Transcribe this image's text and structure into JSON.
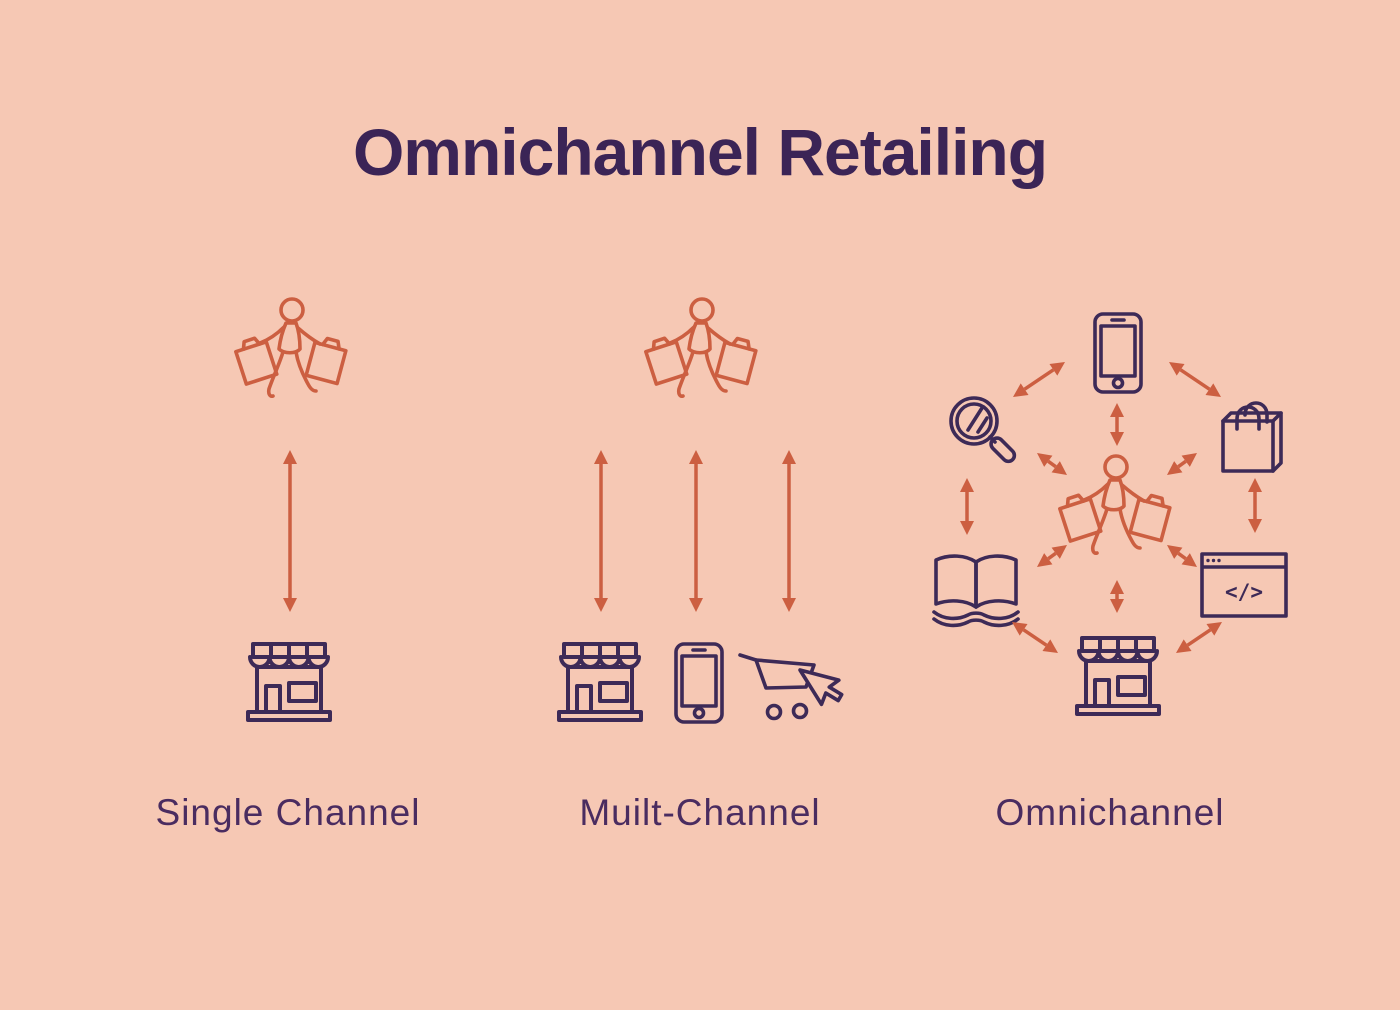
{
  "title": "Omnichannel Retailing",
  "sections": {
    "single": {
      "label": "Single Channel",
      "items": [
        "shopper",
        "store"
      ],
      "connections": [
        [
          "shopper",
          "store"
        ]
      ]
    },
    "multi": {
      "label": "Muilt-Channel",
      "items": [
        "shopper",
        "store",
        "smartphone",
        "online-cart"
      ],
      "connections": [
        [
          "shopper",
          "store"
        ],
        [
          "shopper",
          "smartphone"
        ],
        [
          "shopper",
          "online-cart"
        ]
      ]
    },
    "omni": {
      "label": "Omnichannel",
      "items": [
        "shopper",
        "smartphone",
        "search",
        "shopping-bag",
        "book",
        "website",
        "store"
      ],
      "code_symbol": "</>",
      "connections": [
        [
          "search",
          "smartphone"
        ],
        [
          "smartphone",
          "shopping-bag"
        ],
        [
          "smartphone",
          "shopper"
        ],
        [
          "search",
          "shopper"
        ],
        [
          "shopping-bag",
          "shopper"
        ],
        [
          "search",
          "book"
        ],
        [
          "shopping-bag",
          "website"
        ],
        [
          "book",
          "shopper"
        ],
        [
          "website",
          "shopper"
        ],
        [
          "shopper",
          "store"
        ],
        [
          "book",
          "store"
        ],
        [
          "website",
          "store"
        ]
      ]
    }
  },
  "colors": {
    "background": "#f6c8b4",
    "orange": "#cc5f41",
    "purple": "#3d2a57",
    "title_text": "#3b2456",
    "label_text": "#4a2c60"
  }
}
